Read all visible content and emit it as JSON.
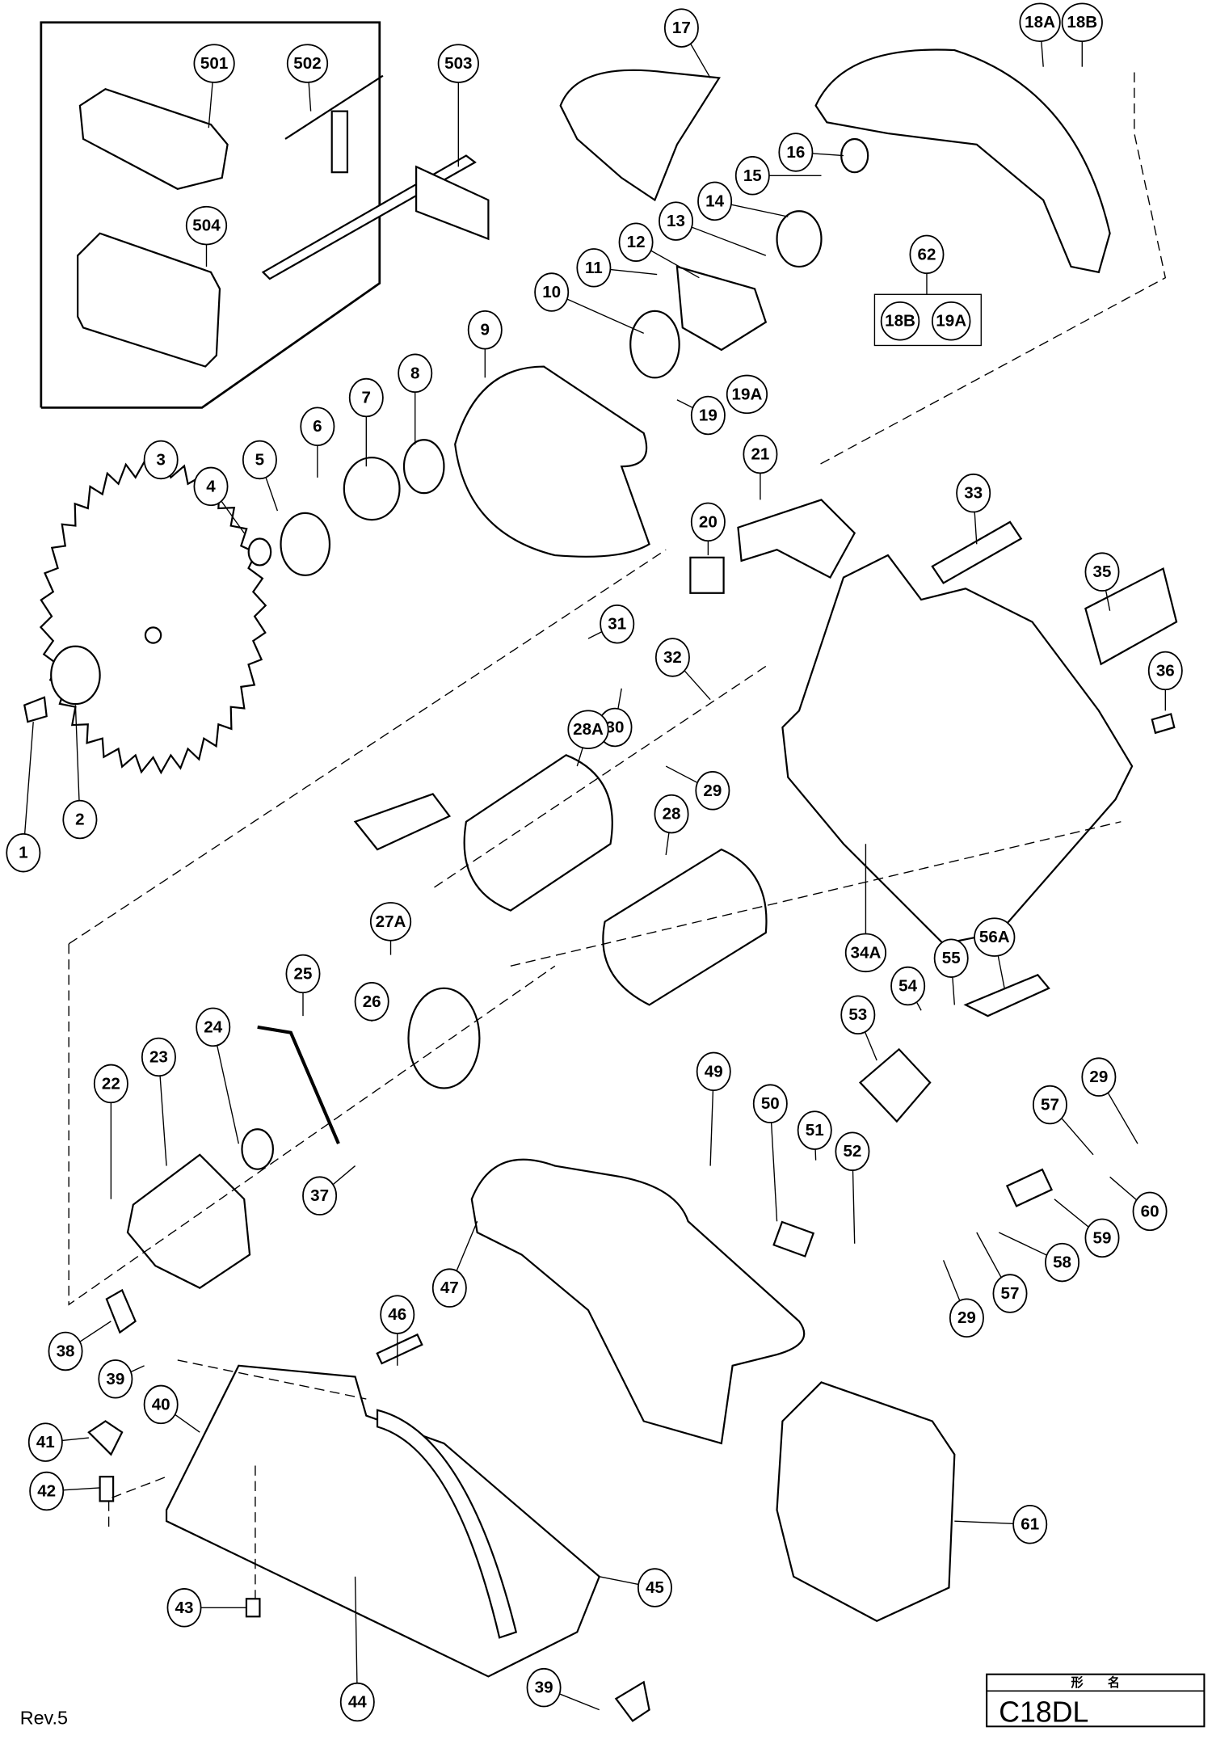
{
  "diagram": {
    "model": "C18DL",
    "title_block_header": "形　　名",
    "revision": "Rev.5",
    "callouts": [
      "501",
      "502",
      "503",
      "504",
      "17",
      "18A",
      "18B",
      "16",
      "15",
      "14",
      "13",
      "12",
      "11",
      "10",
      "62",
      "9",
      "19A",
      "19",
      "8",
      "7",
      "6",
      "5",
      "4",
      "3",
      "21",
      "20",
      "33",
      "35",
      "36",
      "31",
      "32",
      "30",
      "29",
      "28A",
      "28",
      "1",
      "2",
      "27A",
      "26",
      "25",
      "24",
      "23",
      "22",
      "37",
      "34A",
      "54",
      "55",
      "56A",
      "53",
      "49",
      "50",
      "51",
      "52",
      "29",
      "57",
      "60",
      "59",
      "58",
      "57",
      "29",
      "47",
      "38",
      "39",
      "40",
      "46",
      "41",
      "42",
      "43",
      "45",
      "44",
      "39",
      "61"
    ],
    "inset_box": [
      "18B",
      "19A"
    ]
  }
}
